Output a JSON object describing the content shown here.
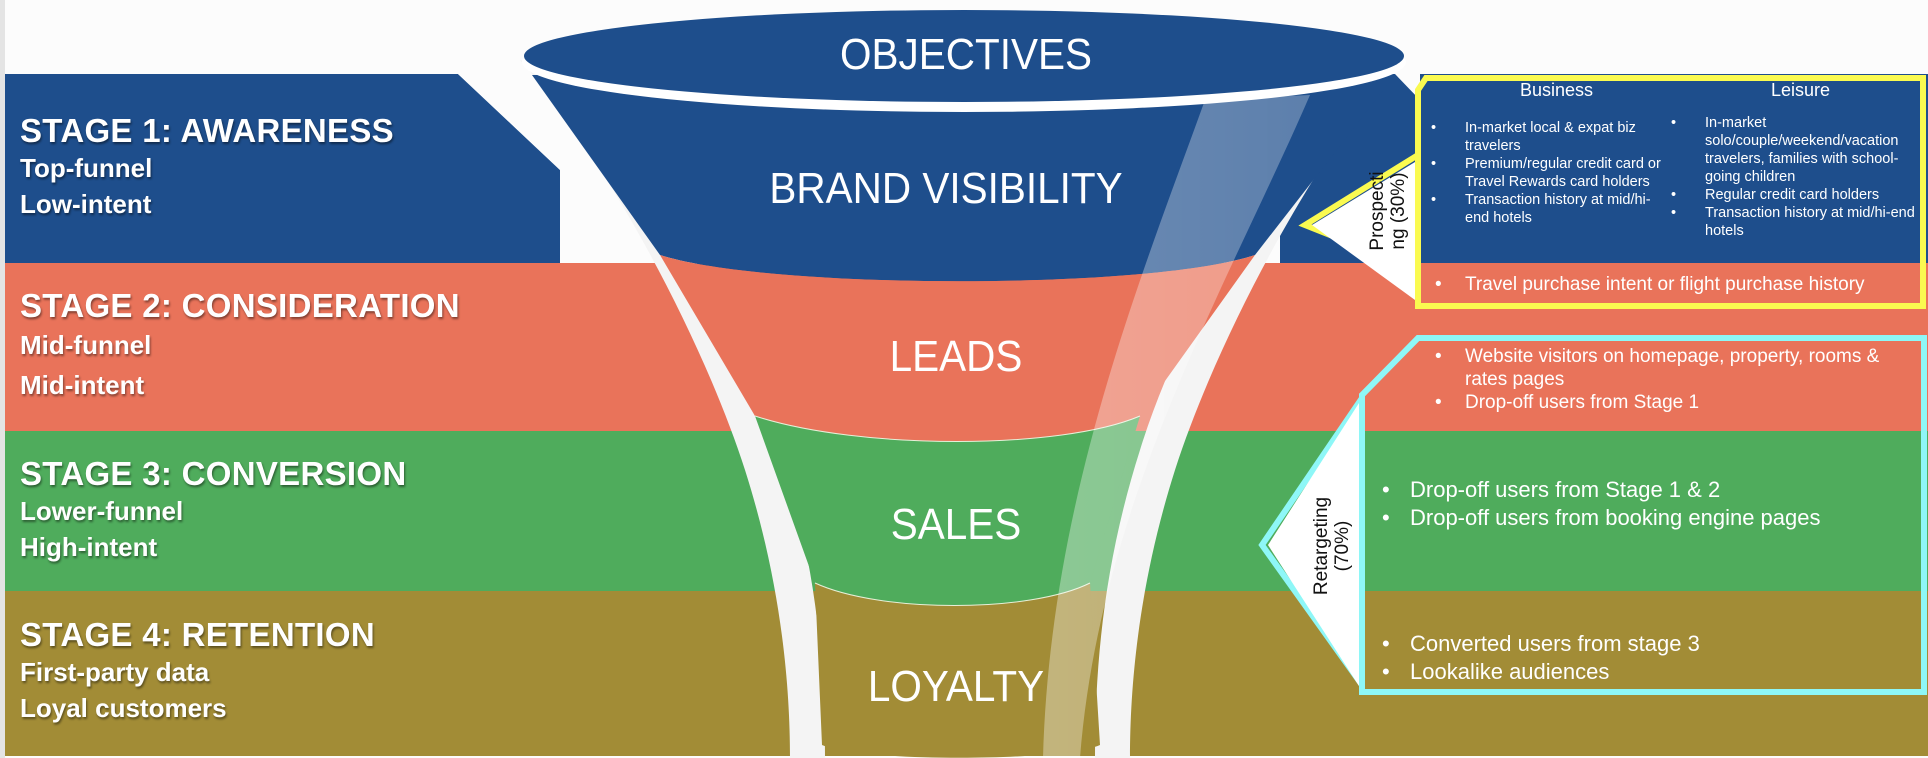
{
  "colors": {
    "stage1": "#1e4e8c",
    "stage2": "#e9735a",
    "stage3": "#4fac5c",
    "stage4": "#a28c36",
    "prospecting_border": "#fafa50",
    "retargeting_border": "#8ef7f7"
  },
  "stages": [
    {
      "title": "STAGE 1: AWARENESS",
      "lines": [
        "Top-funnel",
        "Low-intent"
      ]
    },
    {
      "title": "STAGE 2: CONSIDERATION",
      "lines": [
        "Mid-funnel",
        "Mid-intent"
      ]
    },
    {
      "title": "STAGE 3: CONVERSION",
      "lines": [
        "Lower-funnel",
        "High-intent"
      ]
    },
    {
      "title": "STAGE 4: RETENTION",
      "lines": [
        "First-party data",
        "Loyal customers"
      ]
    }
  ],
  "funnel": {
    "rim_label": "OBJECTIVES",
    "levels": [
      "BRAND VISIBILITY",
      "LEADS",
      "SALES",
      "LOYALTY"
    ]
  },
  "prospecting": {
    "label_line1": "Prospecti",
    "label_line2": "ng (30%)",
    "business": {
      "heading": "Business",
      "items": [
        "In-market local & expat biz travelers",
        "Premium/regular credit card or Travel Rewards card holders",
        "Transaction history at mid/hi-end hotels"
      ]
    },
    "leisure": {
      "heading": "Leisure",
      "items": [
        "In-market solo/couple/weekend/vacation travelers, families with school-going children",
        "Regular credit card holders",
        "Transaction history at mid/hi-end hotels"
      ]
    },
    "stage2_items": [
      "Travel purchase intent or flight purchase history"
    ]
  },
  "retargeting": {
    "label_line1": "Retargeting",
    "label_line2": "(70%)",
    "stage2_items": [
      "Website visitors on homepage, property, rooms & rates pages",
      "Drop-off users from Stage 1"
    ],
    "stage3_items": [
      "Drop-off users from Stage 1 & 2",
      "Drop-off users from booking engine pages"
    ],
    "stage4_items": [
      "Converted users from stage 3",
      "Lookalike audiences"
    ]
  }
}
